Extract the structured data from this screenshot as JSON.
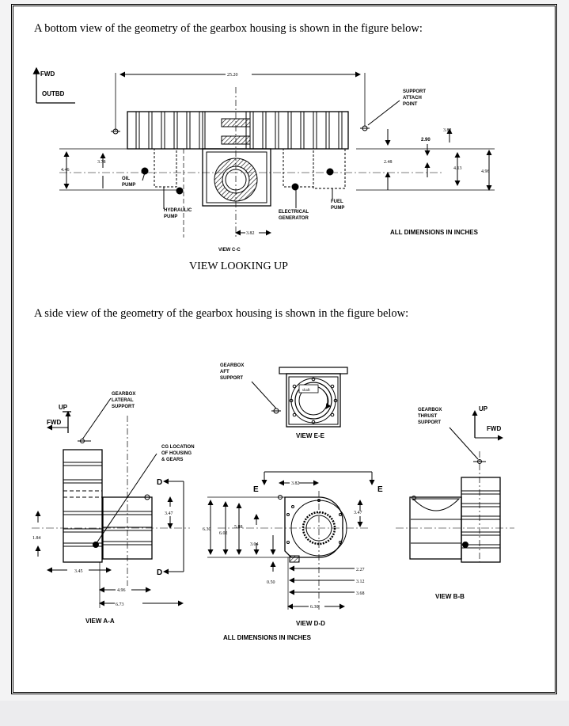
{
  "intro_bottom": "A bottom view of the geometry of the gearbox housing is shown in the figure below:",
  "intro_side": "A side view of the geometry of the gearbox housing is shown in the figure below:",
  "top": {
    "fwd": "FWD",
    "outbd": "OUTBD",
    "support_attach": [
      "SUPPORT",
      "ATTACH",
      "POINT"
    ],
    "oil_pump": [
      "OIL",
      "PUMP"
    ],
    "hydraulic_pump": [
      "HYDRAULIC",
      "PUMP"
    ],
    "electrical_generator": [
      "ELECTRICAL",
      "GENERATOR"
    ],
    "fuel_pump": [
      "FUEL",
      "PUMP"
    ],
    "dims": {
      "d2520": "25.20",
      "d378": "3.78",
      "d446": "4.46",
      "d382": "3.82",
      "d290": "2.90",
      "d248": "2.48",
      "d413": "4.13",
      "d496": "4.96",
      "d382b": "3.82"
    },
    "all_dims": "ALL DIMENSIONS IN INCHES",
    "view_cc": "VIEW C-C",
    "view_looking_up": "VIEW LOOKING UP"
  },
  "side": {
    "up": "UP",
    "fwd": "FWD",
    "lateral_support": [
      "GEARBOX",
      "LATERAL",
      "SUPPORT"
    ],
    "cg_location": [
      "CG LOCATION",
      "OF HOUSING",
      "& GEARS"
    ],
    "aft_support": [
      "GEARBOX",
      "AFT",
      "SUPPORT"
    ],
    "thrust_support": [
      "GEARBOX",
      "THRUST",
      "SUPPORT"
    ],
    "up_right": "UP",
    "fwd_right": "FWD",
    "shaft": "shaft",
    "view_ee": "VIEW E-E",
    "view_aa": "VIEW A-A",
    "view_dd": "VIEW D-D",
    "view_bb": "VIEW B-B",
    "all_dims": "ALL DIMENSIONS IN INCHES",
    "d_label": "D",
    "e_label": "E",
    "dims": {
      "d184": "1.84",
      "d345": "3.45",
      "d496": "4.96",
      "d673": "6.73",
      "d347": "3.47",
      "d382": "3.82",
      "d347b": "3.47",
      "d630": "6.30",
      "d602": "6.02",
      "d588": "5.88",
      "d304": "3.04",
      "d050": "0.50",
      "d227": "2.27",
      "d312": "3.12",
      "d368": "3.68",
      "d630b": "6.30"
    }
  }
}
